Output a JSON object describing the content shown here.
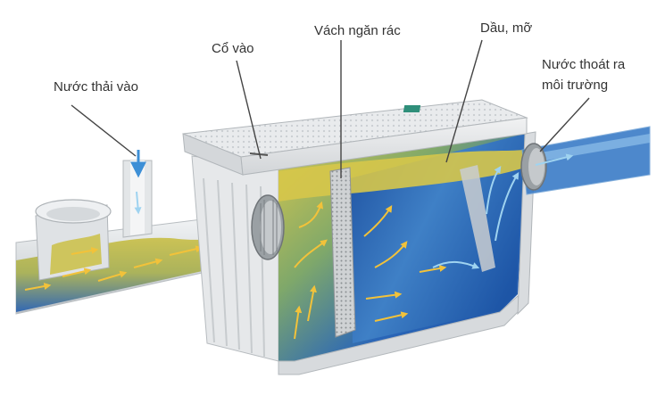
{
  "labels": {
    "inflow": "Nước thải vào",
    "inlet_neck": "Cổ vào",
    "trash_baffle": "Vách ngăn rác",
    "oil_grease": "Dầu, mỡ",
    "outflow_line1": "Nước thoát ra",
    "outflow_line2": "môi trường"
  },
  "colors": {
    "water_blue": "#1f5fb5",
    "grease_yellow": "#d8c64a",
    "tank_grey": "#e4e6e8",
    "flow_arrow": "#f2c23a",
    "label_text": "#333333"
  }
}
